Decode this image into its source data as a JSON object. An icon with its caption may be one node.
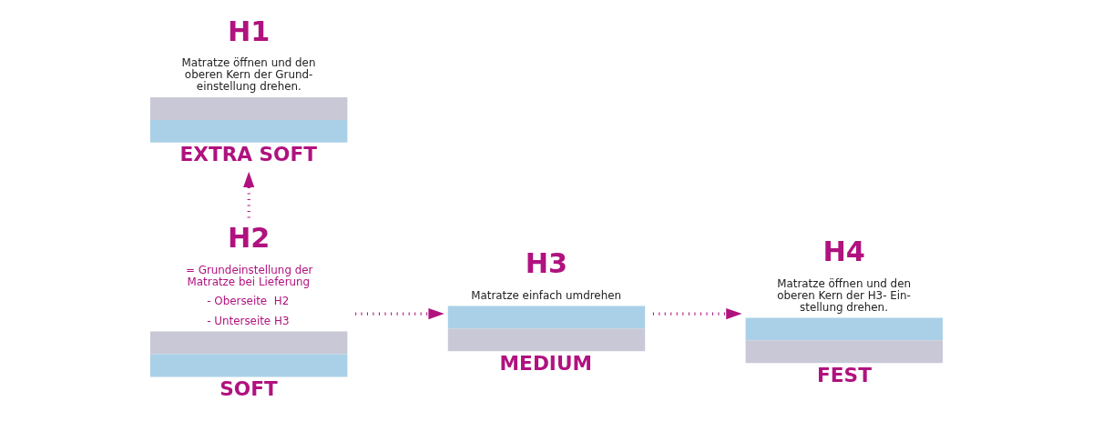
{
  "diagram": {
    "nodes": [
      {
        "text": [
          "H1",
          "Matratze öffnen und den oberen Kern der Grund- einstellung drehen.",
          "EXTRA SOFT"
        ]
      },
      {
        "text": [
          "H2",
          "= Grundeinstellung der Matratze bei Lieferung",
          "- Oberseite  H2",
          "- Unterseite H3",
          "SOFT"
        ]
      },
      {
        "text": [
          "H3",
          "Matratze einfach umdrehen",
          "MEDIUM"
        ]
      },
      {
        "text": [
          "H4",
          "Matratze öffnen und den oberen Kern der H3- Ein- stellung drehen.",
          "FEST"
        ]
      }
    ],
    "edges": [
      {
        "from": 1,
        "to": 0,
        "arrow": "to",
        "style": "dashed"
      },
      {
        "from": 1,
        "to": 2,
        "arrow": "to",
        "style": "dashed"
      },
      {
        "from": 2,
        "to": 3,
        "arrow": "to",
        "style": "dashed"
      }
    ]
  }
}
